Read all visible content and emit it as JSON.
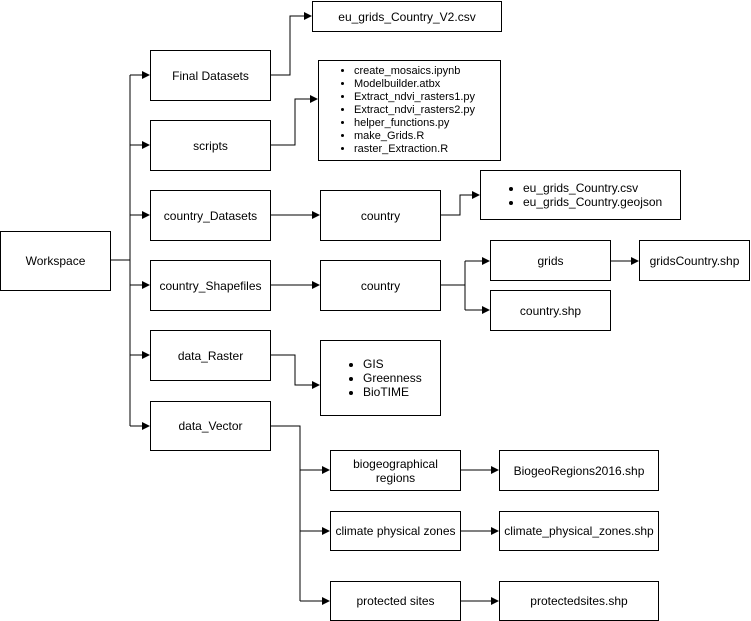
{
  "nodes": {
    "workspace": "Workspace",
    "final_datasets": "Final Datasets",
    "eu_grids_v2": "eu_grids_Country_V2.csv",
    "scripts": "scripts",
    "scripts_files": [
      "create_mosaics.ipynb",
      "Modelbuilder.atbx",
      "Extract_ndvi_rasters1.py",
      "Extract_ndvi_rasters2.py",
      "helper_functions.py",
      "make_Grids.R",
      "raster_Extraction.R"
    ],
    "country_datasets": "country_Datasets",
    "country_ds_child": "country",
    "country_ds_files": [
      "eu_grids_Country.csv",
      "eu_grids_Country.geojson"
    ],
    "country_shapefiles": "country_Shapefiles",
    "country_shp_child": "country",
    "grids": "grids",
    "grids_country_shp": "gridsCountry.shp",
    "country_shp": "country.shp",
    "data_raster": "data_Raster",
    "raster_items": [
      "GIS",
      "Greenness",
      "BioTIME"
    ],
    "data_vector": "data_Vector",
    "biogeo_regions": "biogeographical regions",
    "biogeo_shp": "BiogeoRegions2016.shp",
    "climate_zones": "climate physical zones",
    "climate_shp": "climate_physical_zones.shp",
    "protected_sites": "protected sites",
    "protected_shp": "protectedsites.shp"
  }
}
